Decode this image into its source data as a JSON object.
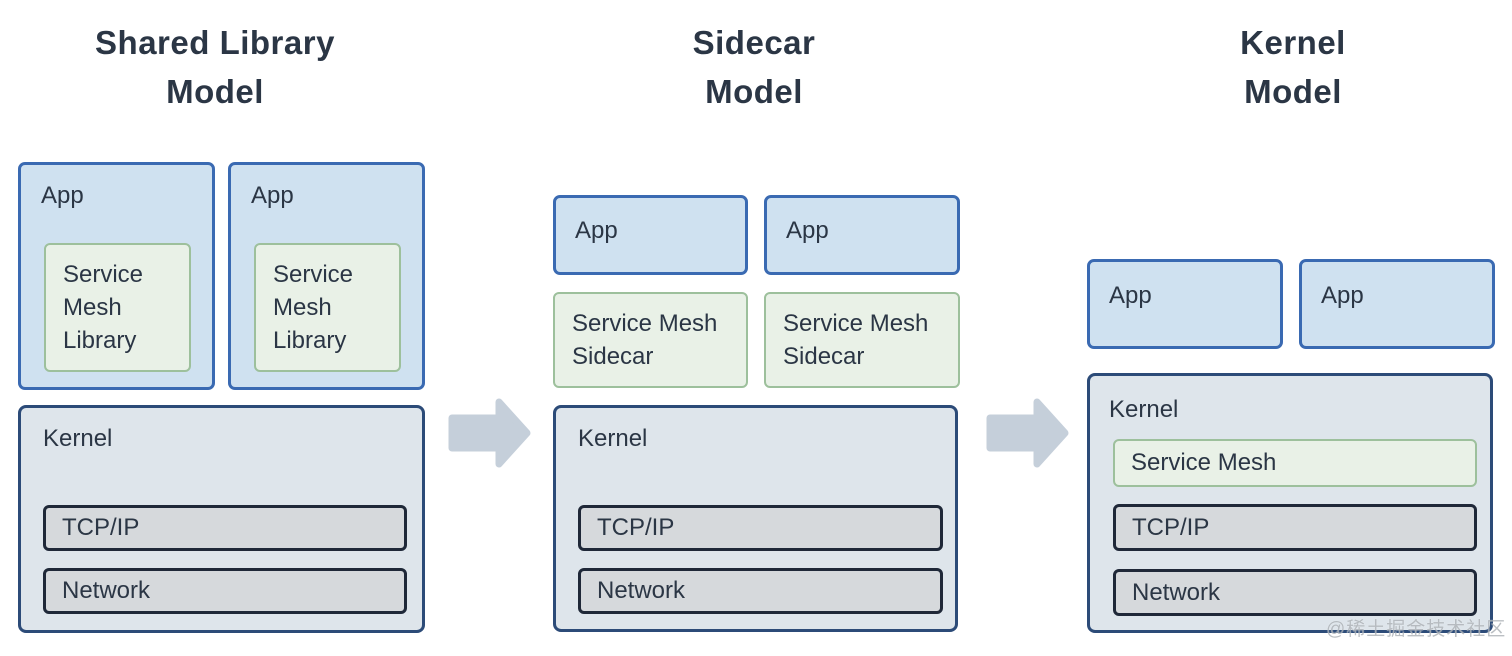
{
  "colors": {
    "text": "#2b3645",
    "app_fill": "#cfe1f0",
    "app_border": "#3a6ab2",
    "green_fill": "#e9f1e7",
    "green_border": "#9dc09c",
    "kernel_fill": "#dee5eb",
    "kernel_border": "#2c4b78",
    "inner_fill": "#d6d9dc",
    "inner_border": "#1f2838",
    "arrow": "#c5cfda"
  },
  "models": [
    {
      "title": [
        "Shared Library",
        "Model"
      ],
      "apps": [
        {
          "label": "App",
          "inner": "Service Mesh Library"
        },
        {
          "label": "App",
          "inner": "Service Mesh Library"
        }
      ],
      "kernel": {
        "label": "Kernel",
        "layers": [
          "TCP/IP",
          "Network"
        ]
      }
    },
    {
      "title": [
        "Sidecar",
        "Model"
      ],
      "apps": [
        {
          "label": "App"
        },
        {
          "label": "App"
        }
      ],
      "sidecars": [
        "Service Mesh Sidecar",
        "Service Mesh Sidecar"
      ],
      "kernel": {
        "label": "Kernel",
        "layers": [
          "TCP/IP",
          "Network"
        ]
      }
    },
    {
      "title": [
        "Kernel",
        "Model"
      ],
      "apps": [
        {
          "label": "App"
        },
        {
          "label": "App"
        }
      ],
      "kernel": {
        "label": "Kernel",
        "service_mesh": "Service Mesh",
        "layers": [
          "TCP/IP",
          "Network"
        ]
      }
    }
  ],
  "watermark": {
    "text": "@稀土掘金技术社区"
  }
}
